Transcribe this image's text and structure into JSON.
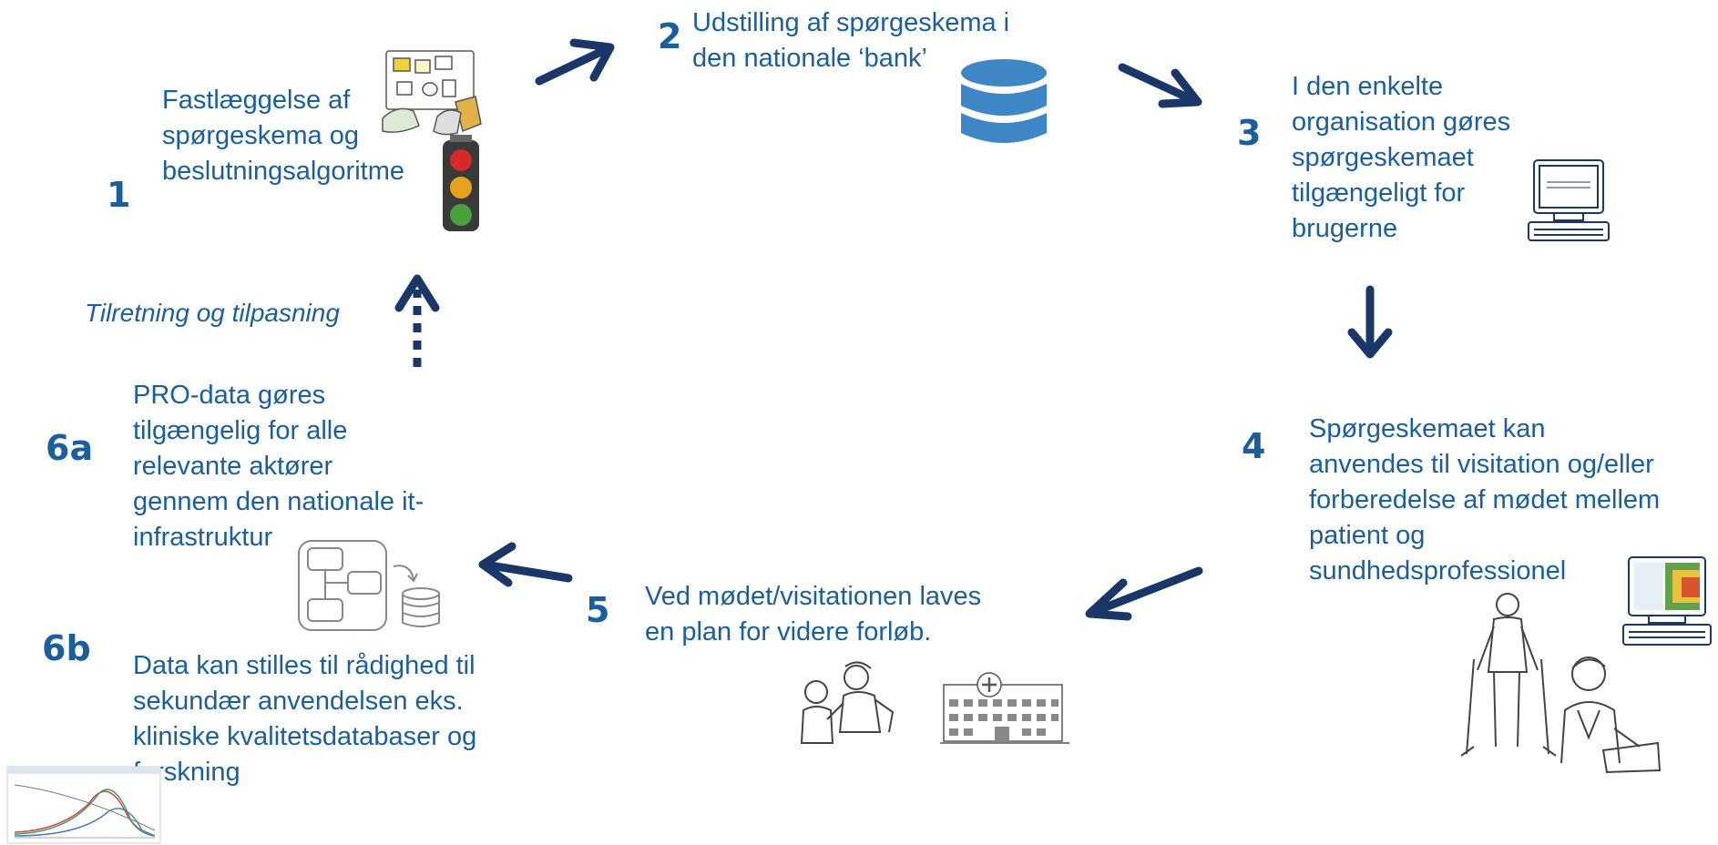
{
  "steps": {
    "s1": {
      "number": "1",
      "text": "Fastlæggelse af\nspørgeskema og\nbeslutningsalgoritme"
    },
    "s2": {
      "number": "2",
      "text": "Udstilling af spørgeskema i\nden nationale ‘bank’"
    },
    "s3": {
      "number": "3",
      "text": "I den enkelte\norganisation gøres\nspørgeskemaet\ntilgængeligt for\nbrugerne"
    },
    "s4": {
      "number": "4",
      "text": "Spørgeskemaet kan\nanvendes til visitation og/eller\nforberedelse af mødet mellem\npatient og\nsundhedsprofessionel"
    },
    "s5": {
      "number": "5",
      "text": "Ved mødet/visitationen laves\nen plan for videre forløb."
    },
    "s6a": {
      "number": "6a",
      "text": "PRO-data gøres\ntilgængelig for alle\nrelevante aktører\ngennem den nationale it-\ninfrastruktur"
    },
    "s6b": {
      "number": "6b",
      "text": "Data kan stilles til rådighed til\nsekundær anvendelsen eks.\nkliniske kvalitetsdatabaser og\nforskning"
    }
  },
  "feedback_label": "Tilretning og tilpasning",
  "icons": [
    "sketch-hands-icon",
    "traffic-light-icon",
    "database-icon",
    "computer-icon",
    "computer-heatmap-icon",
    "flowchart-database-icon",
    "patient-crutches-icon",
    "doctor-writing-icon",
    "doctor-patient-icon",
    "hospital-icon",
    "line-chart-icon"
  ],
  "colors": {
    "text": "#1a5e9c",
    "arrow": "#1b3768",
    "database": "#3f86c6"
  }
}
